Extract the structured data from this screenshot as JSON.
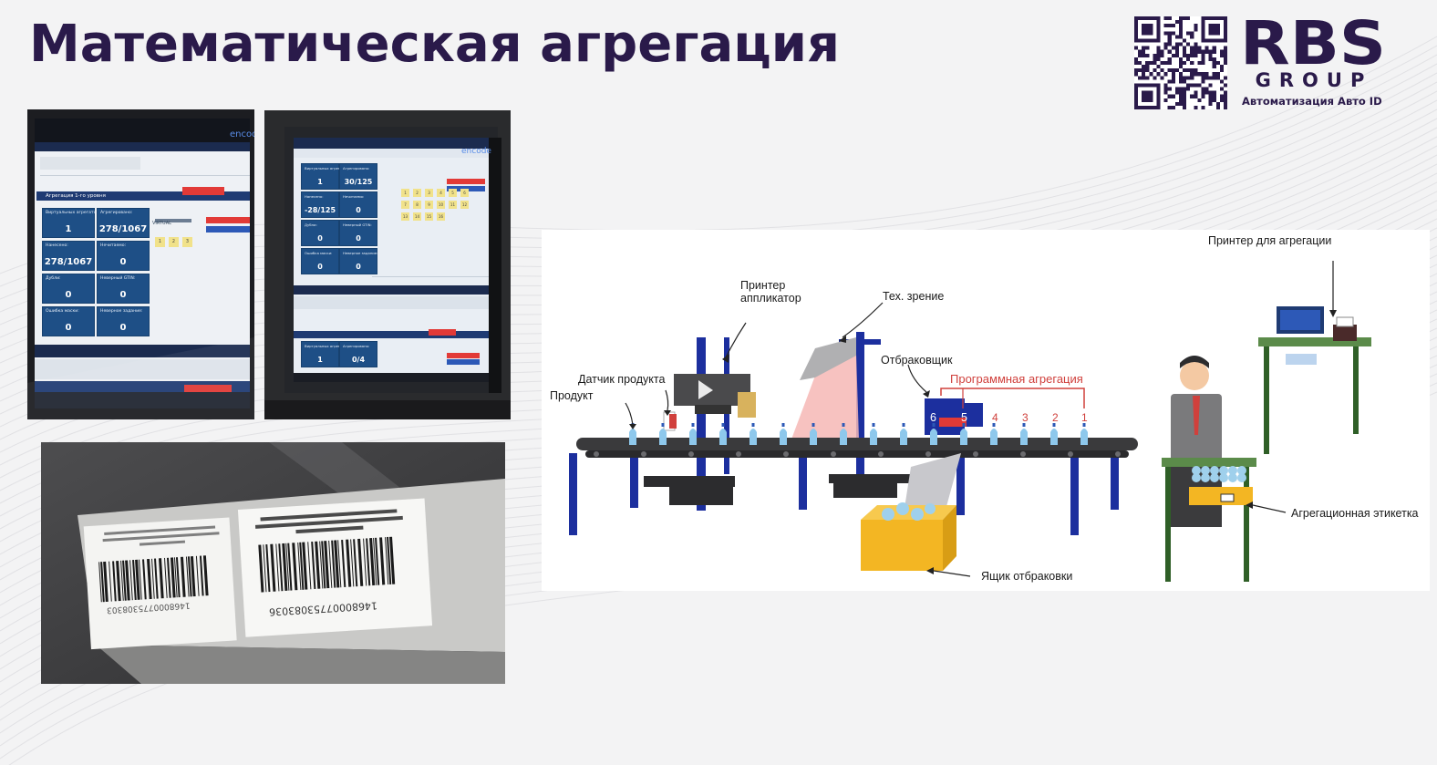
{
  "slide": {
    "title": "Математическая агрегация"
  },
  "brand": {
    "logo_text": "RBS",
    "group_text": "GROUP",
    "tagline": "Автоматизация Авто ID",
    "color": "#2a1a4a"
  },
  "photo_screen_1": {
    "brand": "encode",
    "panel_title": "Агрегация 1-го уровня",
    "tiles": [
      {
        "label": "Виртуальных агрегатов:",
        "value": "1"
      },
      {
        "label": "Агрегировано:",
        "value": "278/1067"
      },
      {
        "label": "Нанесено:",
        "value": "278/1067"
      },
      {
        "label": "Нечитаемо:",
        "value": "0"
      },
      {
        "label": "Дубли:",
        "value": "0"
      },
      {
        "label": "Неверный GTIN:",
        "value": "0"
      },
      {
        "label": "Ошибка маски:",
        "value": "0"
      },
      {
        "label": "Неверное задание:",
        "value": "0"
      }
    ],
    "virtual_label": "VIRTUAL",
    "cells": [
      "1",
      "2",
      "3"
    ]
  },
  "photo_screen_2": {
    "brand": "encode",
    "tiles": [
      {
        "label": "Виртуальных агрегатов:",
        "value": "1"
      },
      {
        "label": "Агрегировано:",
        "value": "30/125"
      },
      {
        "label": "Нанесено:",
        "value": "-28/125"
      },
      {
        "label": "Нечитаемо:",
        "value": "0"
      },
      {
        "label": "Дубли:",
        "value": "0"
      },
      {
        "label": "Неверный GTIN:",
        "value": "0"
      },
      {
        "label": "Ошибка маски:",
        "value": "0"
      },
      {
        "label": "Неверное задание:",
        "value": "0"
      }
    ],
    "bottom_tiles": [
      {
        "label": "Виртуальных агрегатов:",
        "value": "1"
      },
      {
        "label": "Агрегировано:",
        "value": "0/4"
      }
    ],
    "cells": [
      "1",
      "2",
      "3",
      "4",
      "5",
      "6",
      "7",
      "8",
      "9",
      "10",
      "11",
      "12",
      "13",
      "14",
      "15",
      "16"
    ]
  },
  "photo_labels": {
    "label_1_barcode": "1468000775308303",
    "label_2_barcode": "14680007753083036"
  },
  "diagram": {
    "labels": {
      "printer_applicator": "Принтер\nаппликатор",
      "vision": "Тех. зрение",
      "product_sensor": "Датчик продукта",
      "product": "Продукт",
      "rejector": "Отбраковщик",
      "software_aggregation": "Программная агрегация",
      "aggregation_printer": "Принтер для агрегации",
      "aggregation_label": "Агрегационная этикетка",
      "reject_box": "Ящик отбраковки"
    },
    "counter_numbers": [
      "6",
      "5",
      "4",
      "3",
      "2",
      "1"
    ],
    "colors": {
      "conveyor": "#3a3a3c",
      "frame": "#1c2f9e",
      "reject_box": "#f3b623",
      "table": "#5b8b4a",
      "accent_red": "#d0403c",
      "vision_beam": "#f6b7b5"
    }
  }
}
